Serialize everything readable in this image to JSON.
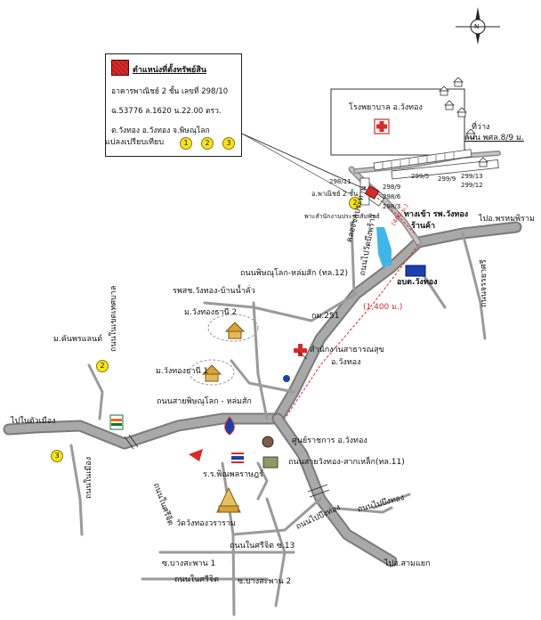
{
  "legend": {
    "title": "ตำแหน่งที่ตั้งทรัพย์สิน",
    "line1": "อาคารพาณิชย์ 2 ชั้น  เลขที่ 298/10",
    "line2": "ฉ.53776  ล.1620  น.22.00  ตรว.",
    "line3": "ต.วังทอง  อ.วังทอง  จ.พิษณุโลก"
  },
  "comparables": {
    "label": "แปลงเปรียบเทียบ",
    "markers": [
      "1",
      "2",
      "3"
    ]
  },
  "places": {
    "hospital": "โรงพยาบาล อ.วังทอง",
    "empty_lot": "ที่ว่าง",
    "road_soi": "ถนน พศล.8/9 ม.",
    "shop_label": "ร้านค้า",
    "hospital_entrance": "ทางเข้า รพ.วังทอง",
    "commercial_2f": "อ.พาณิชย์ 2 ชั้น",
    "pr_building": "พาะสำนักงานประชาสัมพันธ์",
    "distance_1": "(400 ม.)",
    "distance_2": "(1,400 ม.)",
    "to_phrom_phiram": "ไปอ.พรหมพิราม",
    "to_phitsanulok_city": "ไปในตัวเมือง",
    "to_sam_yaek": "ไปอ.สามแยก",
    "khlong": "คลองชลประทาน",
    "road_12": "ถนนพิษณุโลก-หล่มสัก (ทล.12)",
    "road_phit_lom": "ถนนสายพิษณุโลก - หล่มสัก",
    "road_11": "ถนนสายวังทอง-สากเหล็ก(ทล.11)",
    "road_naimueang": "ถนนในเมือง",
    "road_naiket": "ถนนในเขตเทศบาล",
    "road_naisri": "ถนนในศรีจิต",
    "road_naisri13": "ถนนในศรีจิต ซ.13",
    "road_wat": "ถนนไปวัดบึงพร้าว",
    "rps_wangthong": "รพสช.วังทอง-บ้านน้ำคั่ว",
    "mu_wangthong_2": "ม.วังทองธานี 2",
    "mu_wangthong_1": "ม.วังทองธานี 1",
    "mu_kanphai": "ม.คันพรแลนด์",
    "km251": "กม.251",
    "pubhealth_1": "สำนักงานสาธารณสุข",
    "pubhealth_2": "อ.วังทอง",
    "obt": "อบต.วังทอง",
    "gov_center": "ศูนย์ราชการ อ.วังทอง",
    "school": "ร.ร.พิณพลราษฎร์",
    "temple": "วัดวังทองวราราม",
    "soi_bangsaphan": "ซ.บางสะพาน 1",
    "soi_bangsaphan2": "ซ.บางสะพาน 2",
    "road_naisri_bottom": "ถนนในศรีจิต",
    "road_naiboeng": "ถนนไปบึงทอง",
    "road_naiboeng2": "ถนนไปบึงทอง",
    "road_jrs": "ถนนจรรยาศรี",
    "lbl_2981": "298/11",
    "lbl_2989": "298/9",
    "lbl_2986": "298/6",
    "lbl_2983": "298/3",
    "lbl_2995": "299/5",
    "lbl_2999": "299/9",
    "lbl_29913": "299/13",
    "lbl_29912": "299/12",
    "compass_n": "N"
  },
  "colors": {
    "road": "#9a9a9a",
    "road_edge": "#6f6f6f",
    "red": "#d62b2b",
    "water": "#3fb6e6",
    "blue": "#1c3fb0",
    "marker": "#f5e51a"
  }
}
